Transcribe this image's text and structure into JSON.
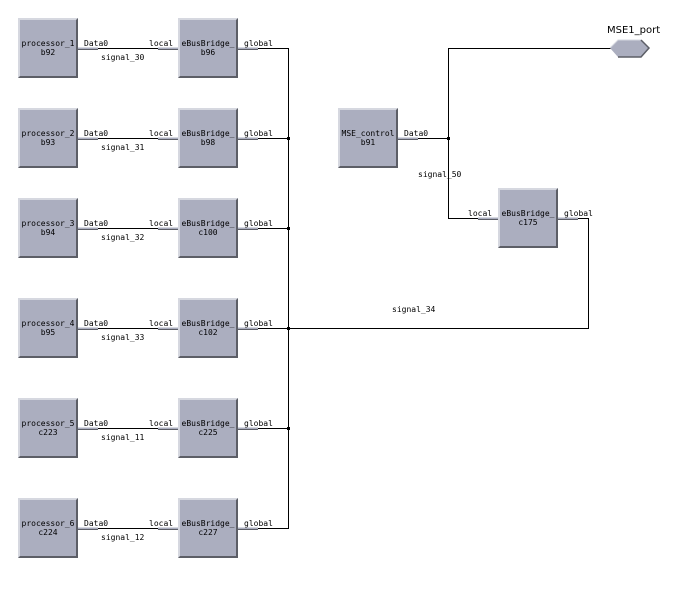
{
  "diagram": {
    "rows": [
      {
        "proc": {
          "name": "processor_1",
          "id": "b92"
        },
        "out_port": "Data0",
        "signal": "signal_30",
        "in_port": "local",
        "bridge": {
          "name": "eBusBridge_",
          "id": "b96"
        },
        "bus_port": "global"
      },
      {
        "proc": {
          "name": "processor_2",
          "id": "b93"
        },
        "out_port": "Data0",
        "signal": "signal_31",
        "in_port": "local",
        "bridge": {
          "name": "eBusBridge_",
          "id": "b98"
        },
        "bus_port": "global"
      },
      {
        "proc": {
          "name": "processor_3",
          "id": "b94"
        },
        "out_port": "Data0",
        "signal": "signal_32",
        "in_port": "local",
        "bridge": {
          "name": "eBusBridge_",
          "id": "c100"
        },
        "bus_port": "global"
      },
      {
        "proc": {
          "name": "processor_4",
          "id": "b95"
        },
        "out_port": "Data0",
        "signal": "signal_33",
        "in_port": "local",
        "bridge": {
          "name": "eBusBridge_",
          "id": "c102"
        },
        "bus_port": "global"
      },
      {
        "proc": {
          "name": "processor_5",
          "id": "c223"
        },
        "out_port": "Data0",
        "signal": "signal_11",
        "in_port": "local",
        "bridge": {
          "name": "eBusBridge_",
          "id": "c225"
        },
        "bus_port": "global"
      },
      {
        "proc": {
          "name": "processor_6",
          "id": "c224"
        },
        "out_port": "Data0",
        "signal": "signal_12",
        "in_port": "local",
        "bridge": {
          "name": "eBusBridge_",
          "id": "c227"
        },
        "bus_port": "global"
      }
    ],
    "control": {
      "name": "MSE_control",
      "id": "b91",
      "out_port": "Data0"
    },
    "control_signal": "signal_50",
    "right_bridge": {
      "name": "eBusBridge_",
      "id": "c175",
      "in_port": "local",
      "bus_port": "global"
    },
    "bus_signal": "signal_34",
    "external_port": "MSE1_port"
  }
}
